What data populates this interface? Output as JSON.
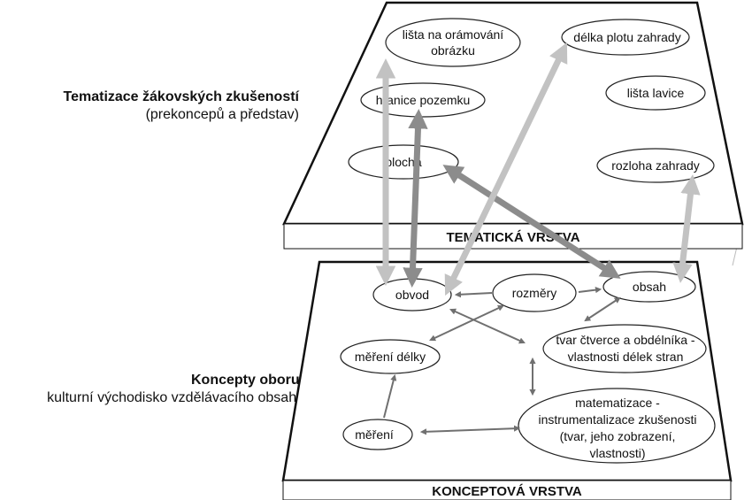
{
  "left_labels": {
    "thematic": {
      "title": "Tematizace žákovských zkušeností",
      "subtitle": "(prekoncepů a představ)"
    },
    "conceptual": {
      "title": "Koncepty oboru:",
      "subtitle": "kulturní východisko vzdělávacího obsahu"
    }
  },
  "layers": {
    "thematic": {
      "label": "TEMATICKÁ VRSTVA"
    },
    "conceptual": {
      "label": "KONCEPTOVÁ VRSTVA"
    }
  },
  "thematic_nodes": {
    "lista_ramovani": {
      "line1": "lišta na orámování",
      "line2": "obrázku"
    },
    "delka_plotu": {
      "line1": "délka plotu zahrady"
    },
    "hranice_pozemku": {
      "line1": "hranice pozemku"
    },
    "lista_lavice": {
      "line1": "lišta lavice"
    },
    "plocha": {
      "line1": "plocha"
    },
    "rozloha_zahrady": {
      "line1": "rozloha zahrady"
    }
  },
  "concept_nodes": {
    "obvod": {
      "line1": "obvod"
    },
    "rozmery": {
      "line1": "rozměry"
    },
    "obsah": {
      "line1": "obsah"
    },
    "tvar": {
      "line1": "tvar čtverce a obdélníka -",
      "line2": "vlastnosti délek stran"
    },
    "mereni_delky": {
      "line1": "měření délky"
    },
    "matematizace": {
      "line1": "matematizace -",
      "line2": "instrumentalizace zkušenosti",
      "line3": "(tvar, jeho zobrazení,",
      "line4": "vlastnosti)"
    },
    "mereni": {
      "line1": "měření"
    }
  },
  "colors": {
    "plane_stroke": "#111111",
    "bar_fill": "#ffffff",
    "inter_arrow_dark": "#8c8c8c",
    "inter_arrow_light": "#c2c2c2",
    "intra_arrow": "#707070",
    "guide_line": "#bbbbbb"
  }
}
